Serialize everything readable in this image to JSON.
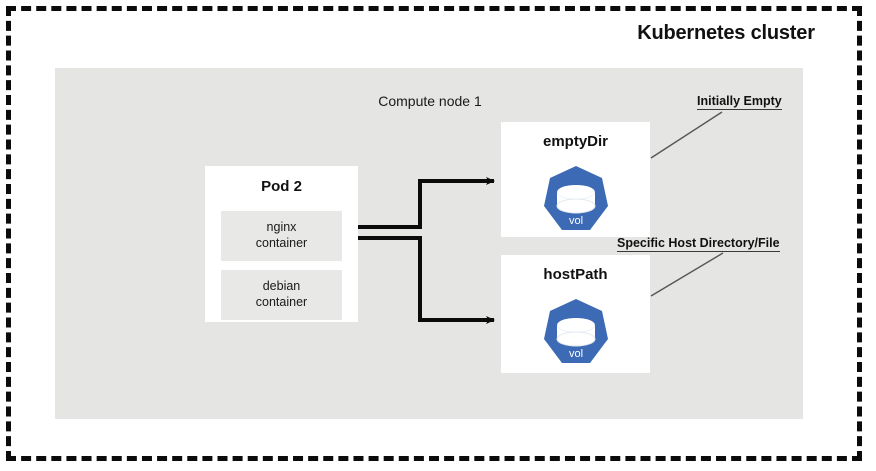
{
  "diagram": {
    "title": "Kubernetes cluster",
    "node": {
      "label": "Compute node 1"
    },
    "pod": {
      "title": "Pod 2",
      "containers": [
        {
          "name": "nginx",
          "kind": "container"
        },
        {
          "name": "debian",
          "kind": "container"
        }
      ]
    },
    "volumes": [
      {
        "title": "emptyDir",
        "icon_label": "vol",
        "icon": "kubernetes-volume-icon"
      },
      {
        "title": "hostPath",
        "icon_label": "vol",
        "icon": "kubernetes-volume-icon"
      }
    ],
    "annotations": [
      {
        "text": "Initially Empty",
        "target": "emptyDir"
      },
      {
        "text": "Specific Host Directory/File",
        "target": "hostPath"
      }
    ],
    "colors": {
      "border": "#0b0b0b",
      "node_panel": "#e5e5e4",
      "container_fill": "#e8e8e7",
      "box_fill": "#ffffff",
      "volume_blue": "#3c6ab4",
      "text": "#111111",
      "leader_line": "#555555"
    }
  }
}
